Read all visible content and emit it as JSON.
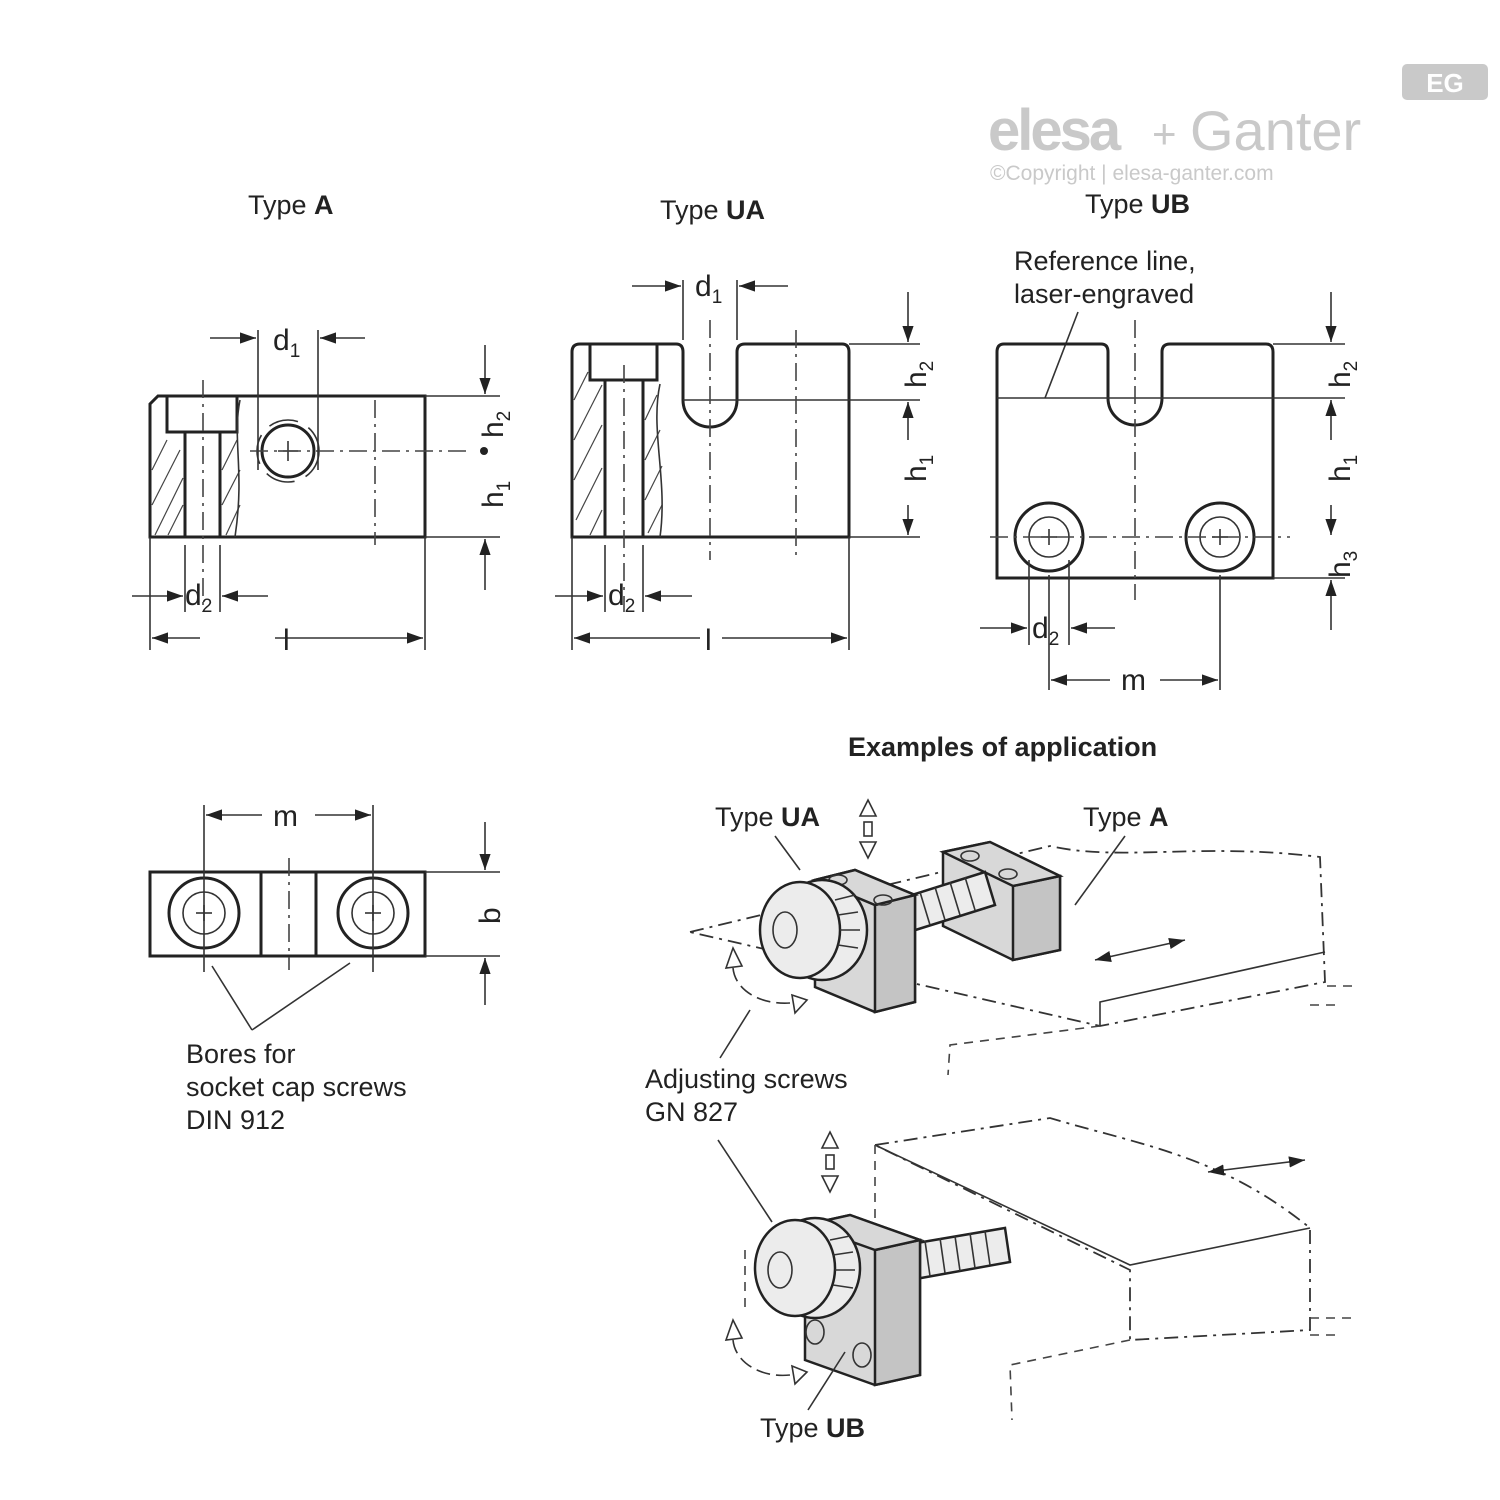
{
  "brand": {
    "logo_text": "elesa",
    "plus": "+",
    "name": "Ganter",
    "badge": "EG",
    "copyright": "©Copyright | elesa-ganter.com"
  },
  "type_a": {
    "label_prefix": "Type ",
    "label_type": "A"
  },
  "type_ua": {
    "label_prefix": "Type ",
    "label_type": "UA"
  },
  "type_ub": {
    "label_prefix": "Type ",
    "label_type": "UB",
    "reference_line_1": "Reference line,",
    "reference_line_2": "laser-engraved"
  },
  "dimensions": {
    "d1": "d",
    "d1_sub": "1",
    "d2": "d",
    "d2_sub": "2",
    "h1": "h",
    "h1_sub": "1",
    "h2": "h",
    "h2_sub": "2",
    "h3": "h",
    "h3_sub": "3",
    "l": "l",
    "m": "m",
    "b": "b"
  },
  "top_view": {
    "bores_line_1": "Bores for",
    "bores_line_2": "socket cap screws",
    "bores_line_3": "DIN 912"
  },
  "application": {
    "title": "Examples of application",
    "ua_prefix": "Type ",
    "ua_type": "UA",
    "a_prefix": "Type ",
    "a_type": "A",
    "adjusting_line_1": "Adjusting screws",
    "adjusting_line_2": "GN 827",
    "ub_prefix": "Type ",
    "ub_type": "UB"
  }
}
